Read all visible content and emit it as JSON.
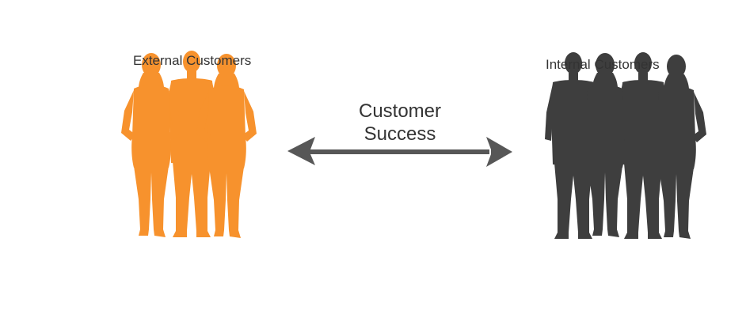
{
  "diagram": {
    "left_group": {
      "label": "External Customers",
      "color": "#F7922D",
      "icon": "group-of-three-people-silhouette-icon"
    },
    "right_group": {
      "label": "Internal Customers",
      "color": "#3E3E3E",
      "icon": "group-of-four-people-silhouette-icon"
    },
    "connector": {
      "line1": "Customer",
      "line2": "Success",
      "color": "#575757",
      "icon": "double-headed-arrow-icon"
    }
  }
}
